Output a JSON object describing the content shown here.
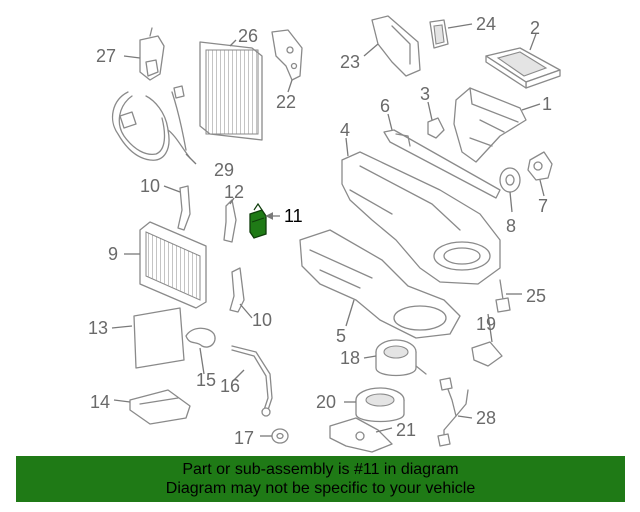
{
  "callouts": {
    "c1": "1",
    "c2": "2",
    "c3": "3",
    "c4": "4",
    "c5": "5",
    "c6": "6",
    "c7": "7",
    "c8": "8",
    "c9": "9",
    "c10a": "10",
    "c10b": "10",
    "c11": "11",
    "c12": "12",
    "c13": "13",
    "c14": "14",
    "c15": "15",
    "c16": "16",
    "c17": "17",
    "c18": "18",
    "c19": "19",
    "c20": "20",
    "c21": "21",
    "c22": "22",
    "c23": "23",
    "c24": "24",
    "c25": "25",
    "c26": "26",
    "c27": "27",
    "c28": "28",
    "c29": "29"
  },
  "highlight_color": "#1f7a16",
  "banner": {
    "line1": "Part or sub-assembly is #11 in diagram",
    "line2": "Diagram may not be specific to your vehicle"
  }
}
